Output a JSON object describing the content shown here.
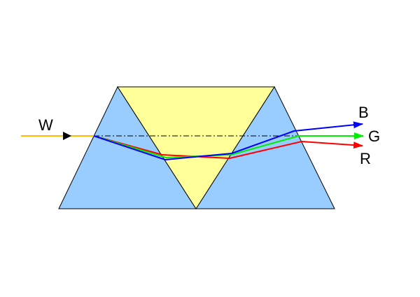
{
  "labels": {
    "incoming": "W",
    "blue": "B",
    "green": "G",
    "red": "R"
  },
  "colors": {
    "prism_outer": "#99ccff",
    "prism_inner": "#ffff99",
    "incoming_ray": "#ffbb00",
    "blue_ray": "#0000ff",
    "green_ray": "#00ee00",
    "red_ray": "#ff0000"
  }
}
